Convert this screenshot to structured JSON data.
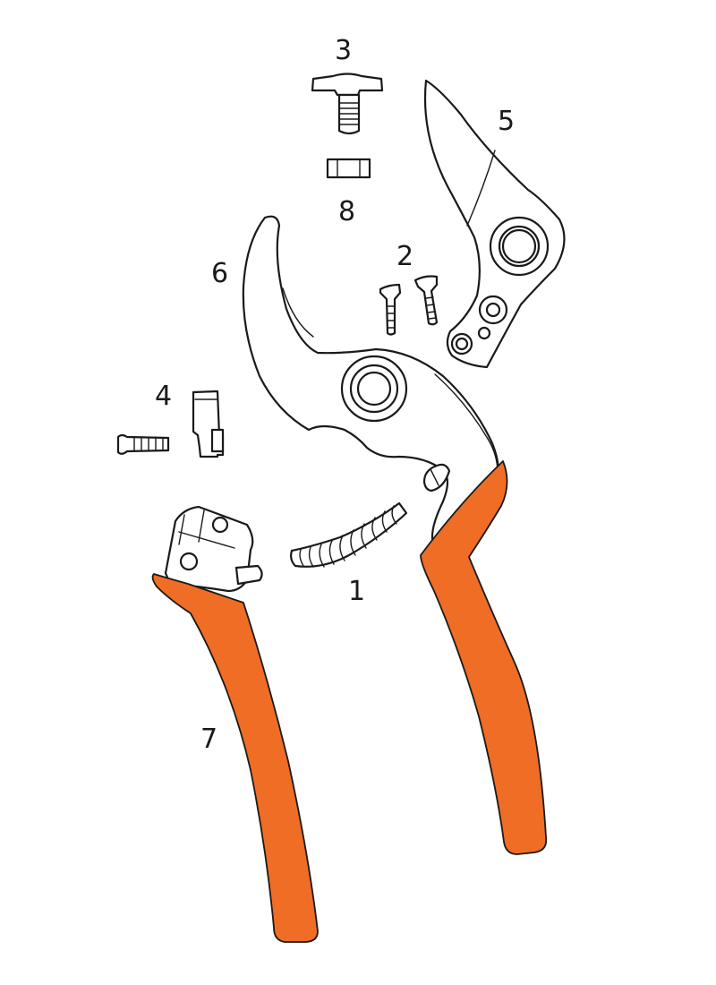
{
  "diagram": {
    "type": "exploded-parts-view",
    "colors": {
      "line": "#1a1a1a",
      "handle": "#ef6d25",
      "background": "#ffffff"
    },
    "parts": [
      {
        "number": "1",
        "part": "spring"
      },
      {
        "number": "2",
        "part": "screws"
      },
      {
        "number": "3",
        "part": "pivot-bolt"
      },
      {
        "number": "4",
        "part": "latch-with-screw"
      },
      {
        "number": "5",
        "part": "upper-blade"
      },
      {
        "number": "6",
        "part": "lower-blade-anvil"
      },
      {
        "number": "7",
        "part": "handle"
      },
      {
        "number": "8",
        "part": "nut"
      }
    ]
  }
}
